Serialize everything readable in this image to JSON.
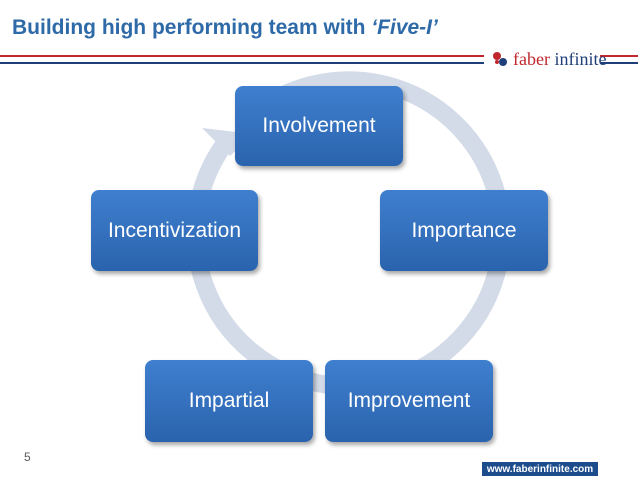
{
  "slide": {
    "title_main": "Building high performing team with ",
    "title_italic": "‘Five-I’",
    "page_number": "5",
    "footer_url": "www.faberinfinite.com"
  },
  "logo": {
    "word1": "faber",
    "word2": " infinite"
  },
  "diagram": {
    "nodes": [
      "Involvement",
      "Importance",
      "Improvement",
      "Impartial",
      "Incentivization"
    ]
  },
  "colors": {
    "title": "#2e6aa7",
    "node": "#2f6bb7",
    "cycle_arrow": "#d3dbe8",
    "rule_red": "#c0272d",
    "rule_blue": "#1f3f7a",
    "footer_bar": "#1d4c8c"
  }
}
